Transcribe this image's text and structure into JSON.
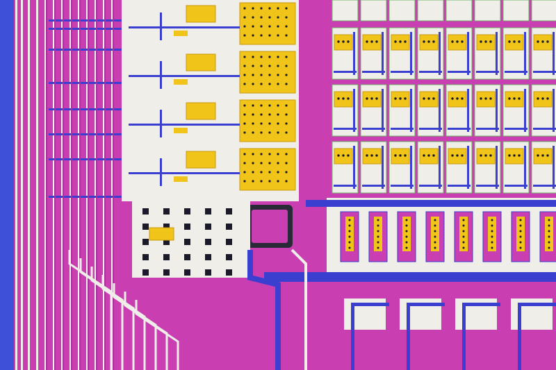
{
  "image": {
    "kind": "microscope-photo",
    "subject": "integrated-circuit-die",
    "printed_text": []
  },
  "palette": {
    "substrate_blue": "#3e4fd8",
    "metal_magenta": "#c93fb2",
    "metal_magenta_dark": "#a8309a",
    "trace_blue": "#3a3fd0",
    "pad_gold": "#f0c419",
    "pad_gold_dark": "#c99a12",
    "passivation_white": "#efeee8",
    "green_edge": "#6fb56a",
    "via_black": "#1a1a2a"
  },
  "regions": {
    "left_bus_lines": 9,
    "logic_cell_rows": 4,
    "memory_grid_rows": 3,
    "memory_grid_cols": 8,
    "column_block_count": 8,
    "bond_pad_grid_rows": 5,
    "bond_pad_grid_cols": 5
  }
}
